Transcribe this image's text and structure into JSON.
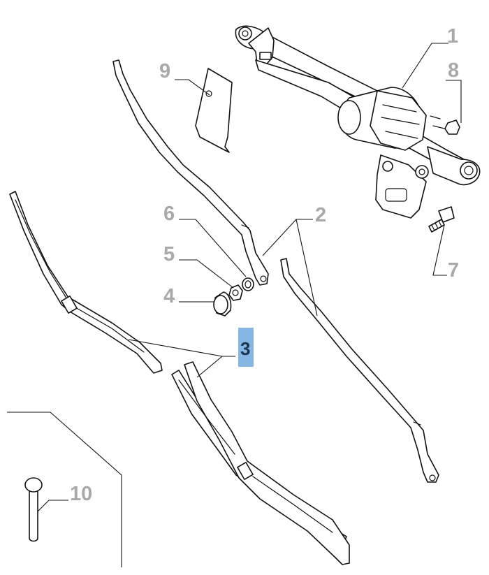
{
  "highlight_color": "#86b7e3",
  "callout_color": "#a9a9a9",
  "callouts": {
    "c1": "1",
    "c2": "2",
    "c3": "3",
    "c4": "4",
    "c5": "5",
    "c6": "6",
    "c7": "7",
    "c8": "8",
    "c9": "9",
    "c10": "10"
  },
  "highlighted_callout": "3"
}
